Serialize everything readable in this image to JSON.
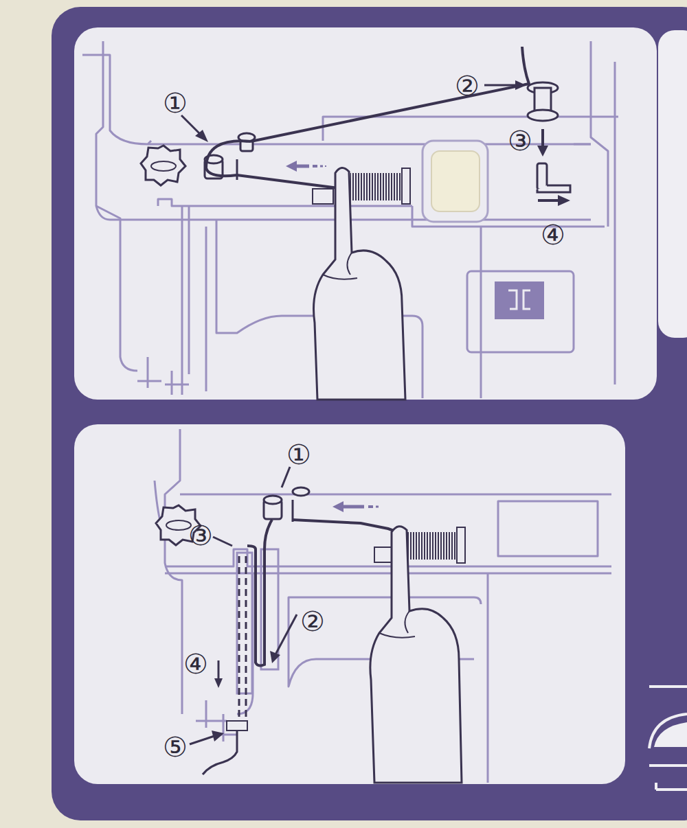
{
  "diagram": {
    "labels": [
      "①",
      "②",
      "③",
      "④",
      "①",
      "③",
      "②",
      "④",
      "⑤"
    ]
  }
}
